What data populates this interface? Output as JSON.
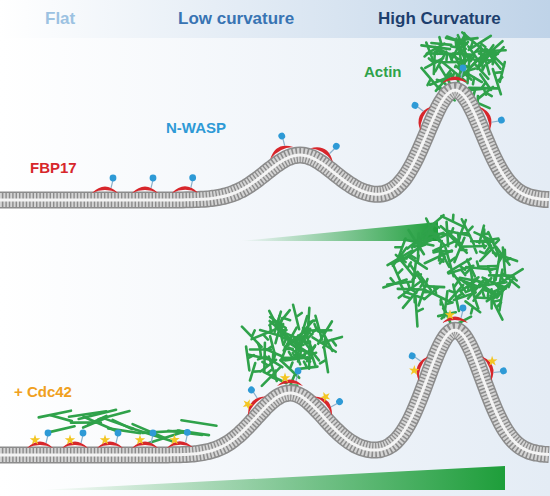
{
  "diagram": {
    "labels": [
      "Flat",
      "Low curvature",
      "High Curvature",
      "Actin",
      "N-WASP",
      "FBP17",
      "+ Cdc42"
    ]
  }
}
